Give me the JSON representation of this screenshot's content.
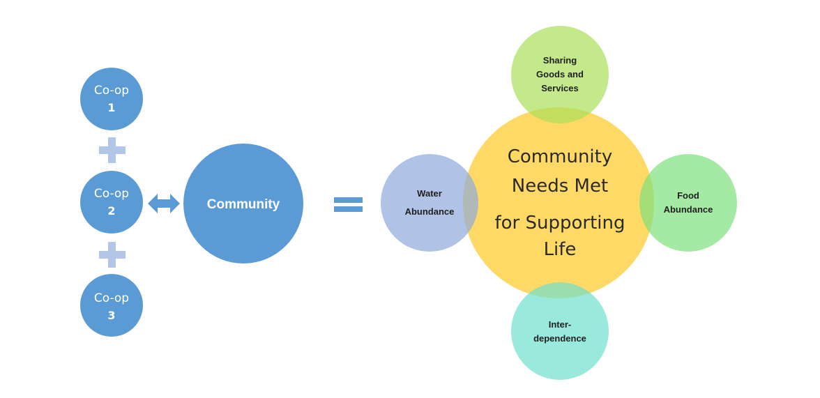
{
  "colors": {
    "coop_fill": "#5b9bd5",
    "connector": "#b4c6e7",
    "double_arrow": "#5b9bd5",
    "equals": "#5b9bd5",
    "center_fill": "#ffc000",
    "water_fill": "#8faadc",
    "sharing_fill": "#a9e05a",
    "food_fill": "#7ee07e",
    "interdependence_fill": "#6fe0cf"
  },
  "coops": [
    {
      "label": "Co-op",
      "number": "1"
    },
    {
      "label": "Co-op",
      "number": "2"
    },
    {
      "label": "Co-op",
      "number": "3"
    }
  ],
  "community": {
    "label": "Community"
  },
  "center": {
    "lines": [
      "Community",
      "Needs Met",
      "for Supporting",
      "Life"
    ]
  },
  "petals": {
    "sharing": {
      "lines": [
        "Sharing",
        "Goods and",
        "Services"
      ]
    },
    "water": {
      "lines": [
        "Water",
        "Abundance"
      ]
    },
    "food": {
      "lines": [
        "Food",
        "Abundance"
      ]
    },
    "interdependence": {
      "lines": [
        "Inter-",
        "dependence"
      ]
    }
  }
}
